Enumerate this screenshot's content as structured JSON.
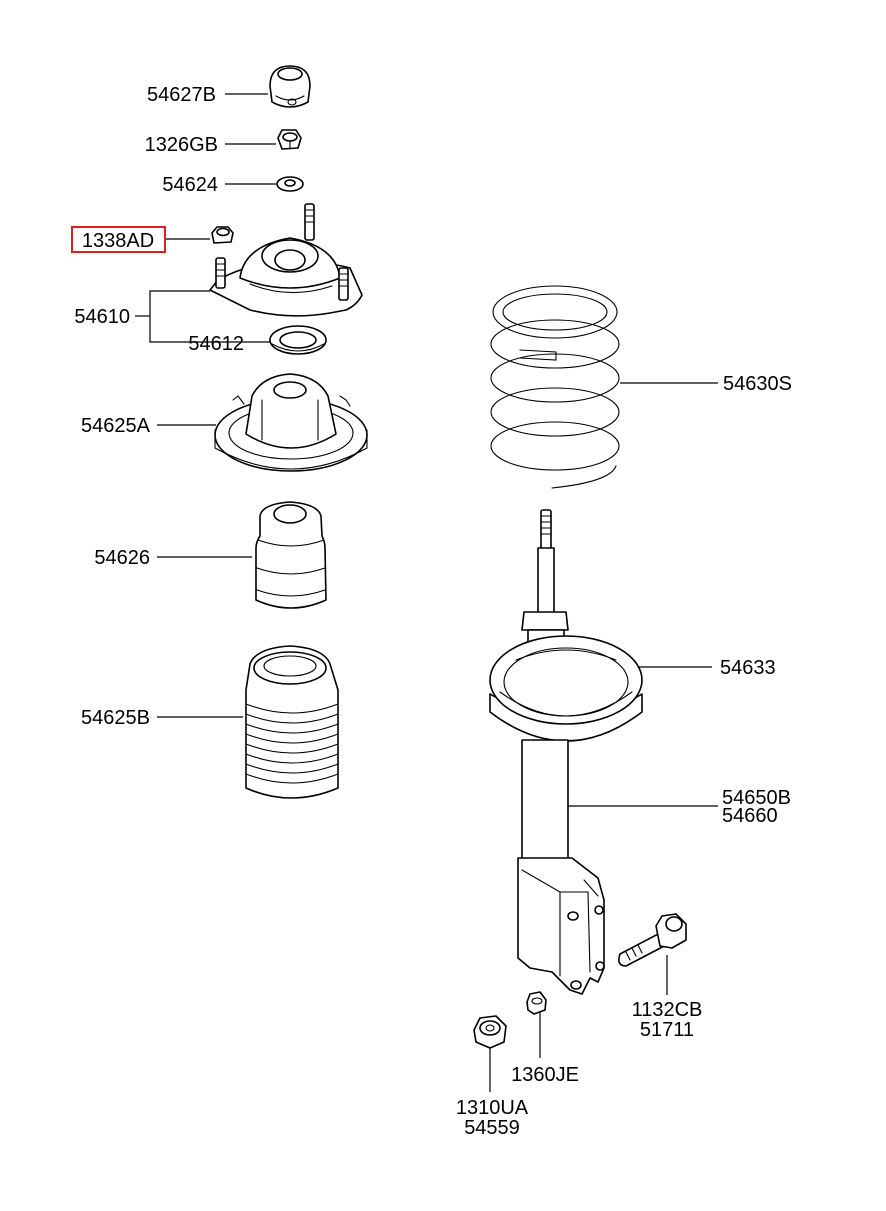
{
  "colors": {
    "highlight": "#e02020",
    "line": "#000000",
    "background": "#ffffff"
  },
  "parts": {
    "p54627B": "54627B",
    "p1326GB": "1326GB",
    "p54624": "54624",
    "p1338AD": "1338AD",
    "p54610": "54610",
    "p54612": "54612",
    "p54625A": "54625A",
    "p54626": "54626",
    "p54625B": "54625B",
    "p54630S": "54630S",
    "p54633": "54633",
    "p54650B": "54650B",
    "p54660": "54660",
    "p1132CB": "1132CB",
    "p51711": "51711",
    "p1360JE": "1360JE",
    "p1310UA": "1310UA",
    "p54559": "54559"
  },
  "highlighted_part": "1338AD"
}
